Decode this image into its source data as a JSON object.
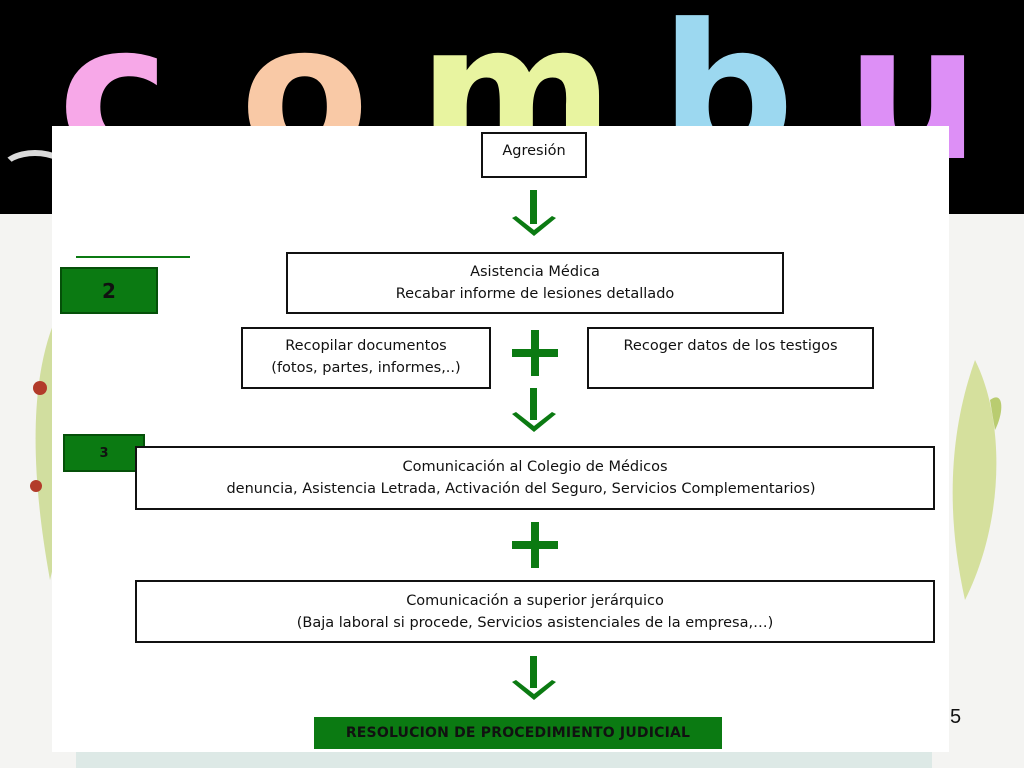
{
  "title": {
    "letters": [
      "c",
      "o",
      "m",
      "b",
      "u"
    ],
    "colors": [
      "#f7a8e8",
      "#f9c9a6",
      "#e8f4a0",
      "#9cd8f0",
      "#dd8ff6"
    ]
  },
  "slide_number": "5",
  "flowchart": {
    "steps": {
      "step2_label": "2",
      "step3_label": "3"
    },
    "nodes": {
      "agresion": "Agresión",
      "asistencia_title": "Asistencia Médica",
      "asistencia_sub": "Recabar informe de lesiones detallado",
      "recopilar_title": "Recopilar documentos",
      "recopilar_sub": "(fotos, partes, informes,..)",
      "testigos": "Recoger datos de los testigos",
      "colegio_title": "Comunicación al Colegio de Médicos",
      "colegio_sub": "denuncia, Asistencia Letrada, Activación del Seguro, Servicios Complementarios)",
      "superior_title": "Comunicación a superior jerárquico",
      "superior_sub": "(Baja laboral si procede, Servicios asistenciales de la empresa,…)",
      "resolucion": "RESOLUCION DE PROCEDIMIENTO JUDICIAL"
    },
    "connector_icons": [
      "down-arrow-icon",
      "down-arrow-icon",
      "plus-icon",
      "down-arrow-icon",
      "plus-icon",
      "down-arrow-icon",
      "plus-icon"
    ],
    "accent_color": "#0b7a12"
  }
}
